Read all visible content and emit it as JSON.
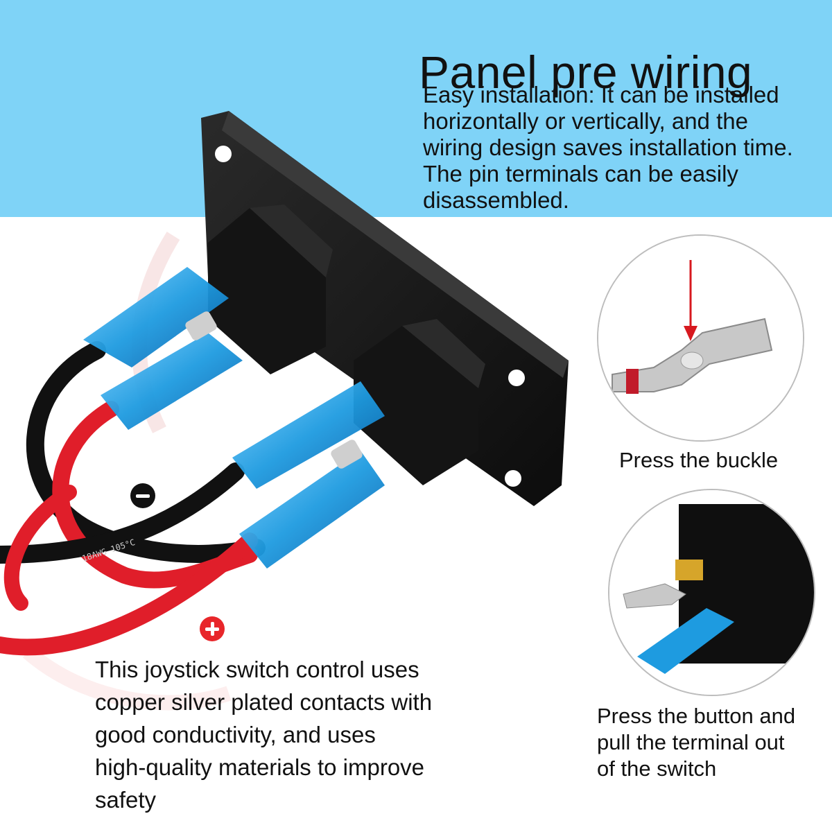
{
  "headline": "Panel pre wiring",
  "intro_lines": [
    "Easy installation: It can be installed",
    "horizontally or vertically, and the",
    "wiring design saves installation time.",
    "The pin terminals can be easily",
    "disassembled."
  ],
  "detail_1": {
    "caption": "Press the buckle"
  },
  "detail_2": {
    "caption_lines": [
      "Press the button and",
      "pull the terminal out",
      "of the switch"
    ]
  },
  "body_lines": [
    "This joystick switch control uses",
    "copper silver plated contacts with",
    "good conductivity, and uses",
    "high-quality materials to improve",
    "safety"
  ],
  "colors": {
    "top_band": "#7fd3f7",
    "negative_badge": "#111111",
    "positive_badge": "#e8262a",
    "terminal_sleeve": "#1e9be0",
    "red_wire": "#e01e2a",
    "arrow": "#d7191f"
  },
  "icons": {
    "negative": "minus-circle-icon",
    "positive": "plus-circle-icon"
  }
}
